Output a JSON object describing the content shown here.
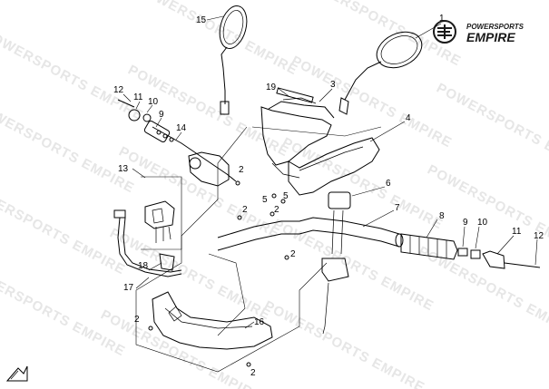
{
  "watermark": "POWERSPORTS EMPIRE",
  "brand": {
    "top": "POWERSPORTS",
    "main": "EMPIRE"
  },
  "callouts": {
    "c1": "1",
    "c2a": "2",
    "c2b": "2",
    "c2c": "2",
    "c2d": "2",
    "c2e": "2",
    "c2f": "2",
    "c3": "3",
    "c4": "4",
    "c5a": "5",
    "c5b": "5",
    "c6": "6",
    "c7": "7",
    "c8": "8",
    "c9l": "9",
    "c9r": "9",
    "c10l": "10",
    "c10r": "10",
    "c11l": "11",
    "c11r": "11",
    "c12l": "12",
    "c12r": "12",
    "c13": "13",
    "c14": "14",
    "c15": "15",
    "c16": "16",
    "c17": "17",
    "c18": "18",
    "c19": "19"
  }
}
